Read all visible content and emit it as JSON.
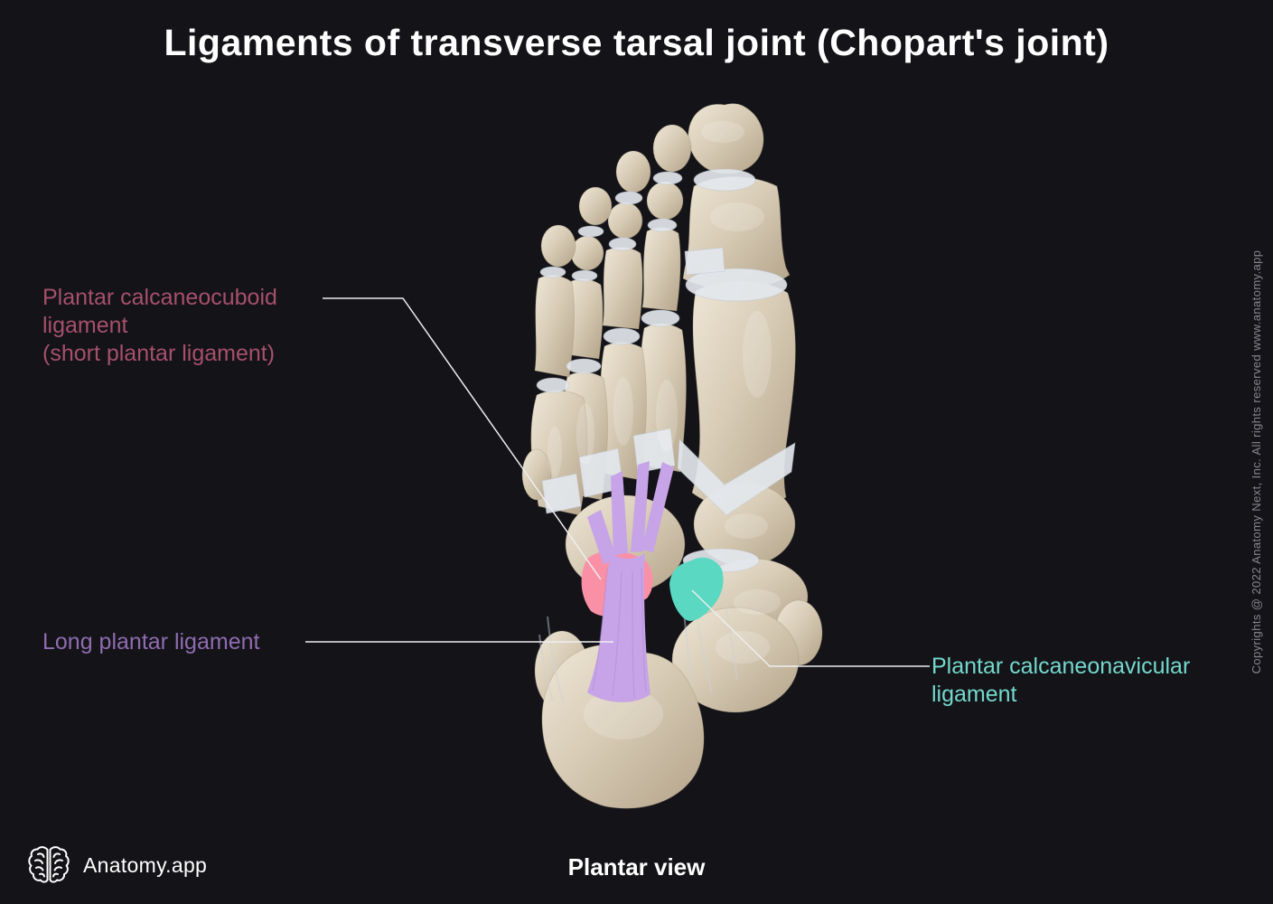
{
  "title": "Ligaments of transverse tarsal joint (Chopart's joint)",
  "labels": {
    "calcaneocuboid": {
      "line1": "Plantar calcaneocuboid",
      "line2": "ligament",
      "line3": "(short plantar ligament)",
      "color": "#a6506a"
    },
    "long_plantar": {
      "line1": "Long plantar ligament",
      "color": "#8f6cb0"
    },
    "calcaneonavicular": {
      "line1": "Plantar calcaneonavicular",
      "line2": "ligament",
      "color": "#74d8cc"
    }
  },
  "ligaments": {
    "long_plantar_color": "#c7a3e8",
    "calcaneocuboid_color": "#f990a6",
    "calcaneonavicular_color": "#5ad8c2"
  },
  "footer": {
    "brand": "Anatomy.app",
    "view_caption": "Plantar view"
  },
  "copyright_vertical": "Copyrights @ 2022 Anatomy Next, Inc. All rights reserved www.anatomy.app",
  "scene": {
    "background": "#131318",
    "bone_color": "#d5c9b4",
    "cartilage_color": "#e4e7ec",
    "leader_line_color": "#eeeef1"
  }
}
